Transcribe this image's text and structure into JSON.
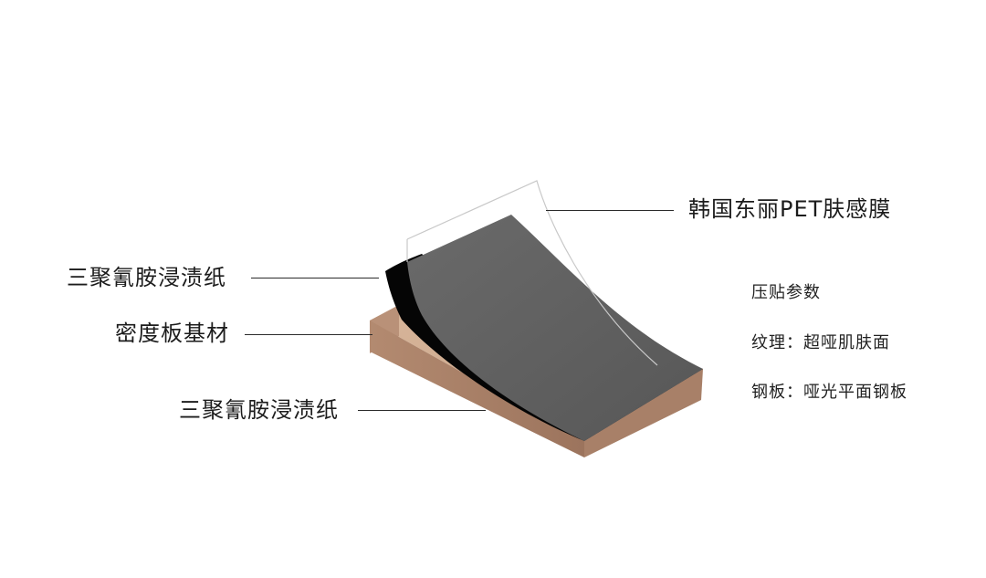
{
  "labels": {
    "pet_film": "韩国东丽PET肤感膜",
    "melamine_top": "三聚氰胺浸渍纸",
    "substrate": "密度板基材",
    "melamine_bottom": "三聚氰胺浸渍纸"
  },
  "params": {
    "title": "压贴参数",
    "texture": "纹理：超哑肌肤面",
    "plate": "钢板：哑光平面钢板"
  },
  "colors": {
    "board_top": "#cda98d",
    "board_front": "#a57c64",
    "board_side": "#b58e76",
    "melamine_layer": "#000000",
    "decor_layer": "#5f5f5f",
    "film": "#ffffff",
    "leader_line": "#2b2b2b"
  }
}
